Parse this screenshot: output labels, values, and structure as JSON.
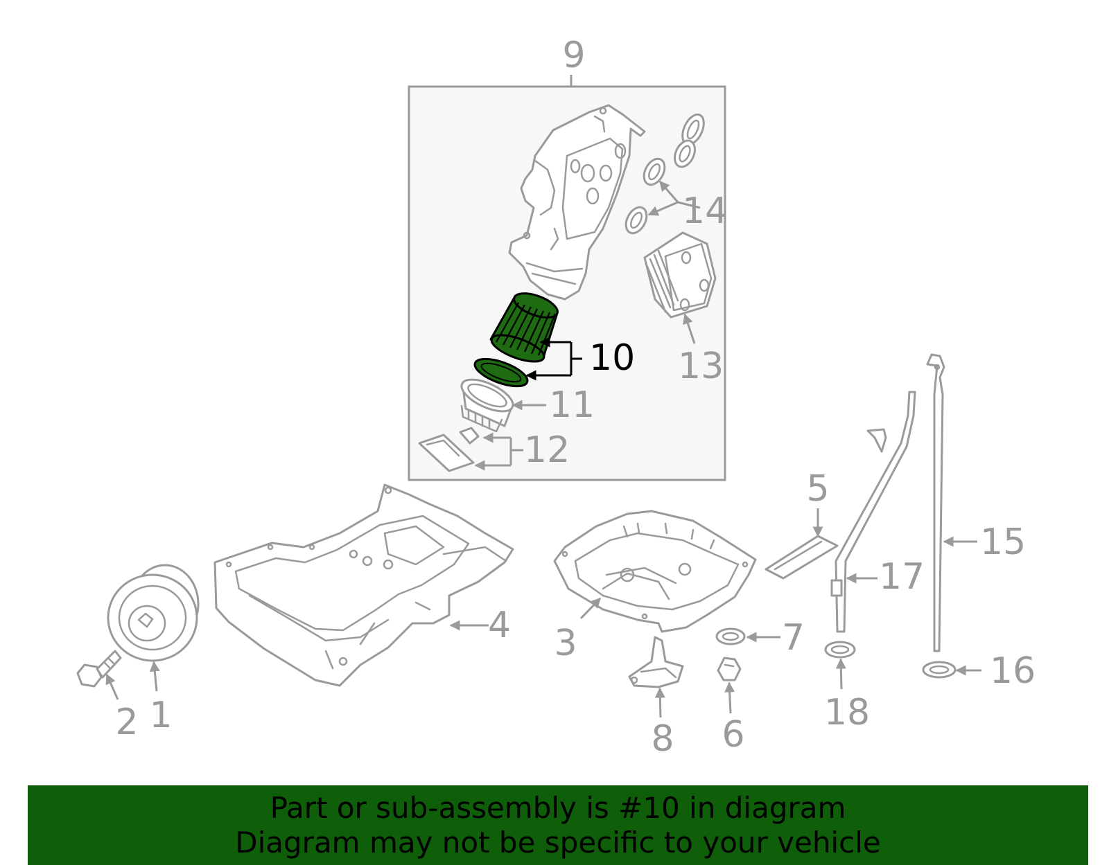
{
  "diagram": {
    "callouts": {
      "c1": "1",
      "c2": "2",
      "c3": "3",
      "c4": "4",
      "c5": "5",
      "c6": "6",
      "c7": "7",
      "c8": "8",
      "c9": "9",
      "c10": "10",
      "c11": "11",
      "c12": "12",
      "c13": "13",
      "c14": "14",
      "c15": "15",
      "c16": "16",
      "c17": "17",
      "c18": "18"
    },
    "colors": {
      "highlight_fill": "#1e6b12",
      "banner_background": "#0f5e0a",
      "line_gray": "#9a9a9a",
      "subassembly_box": "#f7f7f7"
    }
  },
  "banner": {
    "line1": "Part or sub-assembly is #10 in diagram",
    "line2": "Diagram may not be specific to your vehicle"
  }
}
